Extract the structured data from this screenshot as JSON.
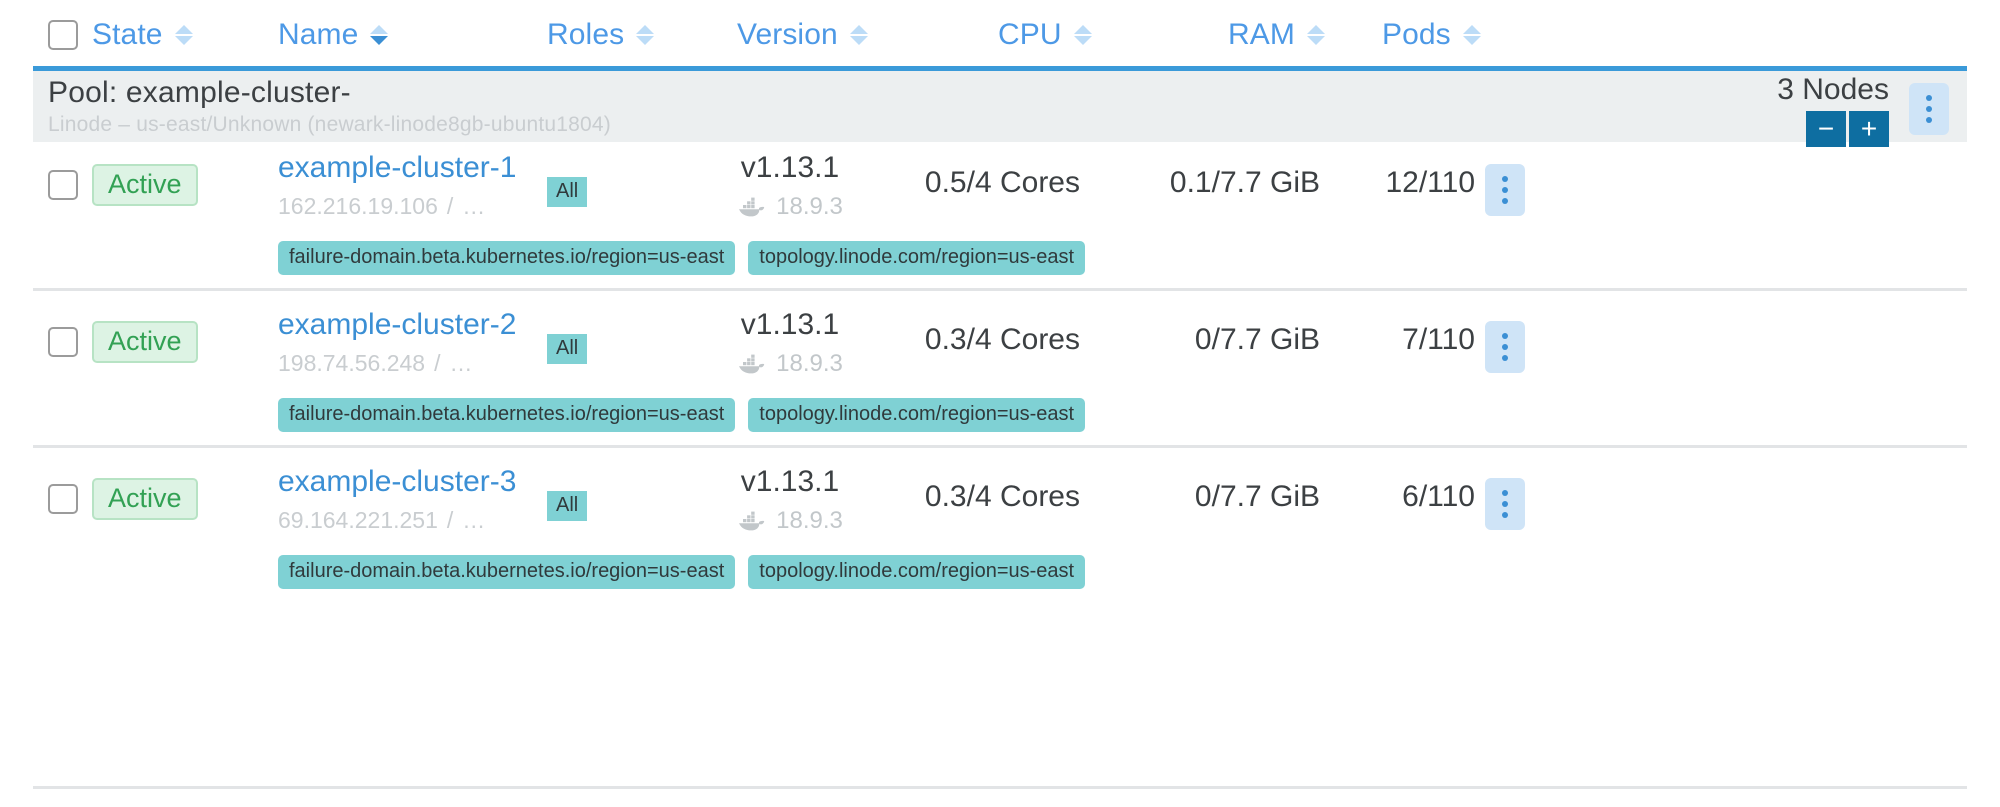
{
  "table": {
    "columns": [
      {
        "key": "state",
        "label": "State",
        "sort": "none",
        "sort_icon": "sort-chevrons-icon"
      },
      {
        "key": "name",
        "label": "Name",
        "sort": "desc",
        "sort_icon": "sort-chevrons-icon"
      },
      {
        "key": "roles",
        "label": "Roles",
        "sort": "none",
        "sort_icon": "sort-chevrons-icon"
      },
      {
        "key": "version",
        "label": "Version",
        "sort": "none",
        "sort_icon": "sort-chevrons-icon"
      },
      {
        "key": "cpu",
        "label": "CPU",
        "sort": "none",
        "sort_icon": "sort-chevrons-icon"
      },
      {
        "key": "ram",
        "label": "RAM",
        "sort": "none",
        "sort_icon": "sort-chevrons-icon"
      },
      {
        "key": "pods",
        "label": "Pods",
        "sort": "none",
        "sort_icon": "sort-chevrons-icon"
      }
    ],
    "select_all_checked": false
  },
  "pool": {
    "title": "Pool: example-cluster-",
    "subtitle": "Linode – us-east/Unknown (newark-linode8gb-ubuntu1804)",
    "node_count_label": "3 Nodes",
    "decrement_label": "−",
    "increment_label": "+",
    "kebab_label": "⋮"
  },
  "rows": [
    {
      "checked": false,
      "state": "Active",
      "name": "example-cluster-1",
      "ip": "162.216.19.106",
      "ip_separator": "/",
      "ip_more": "…",
      "roles": "All",
      "version": "v1.13.1",
      "runtime": "18.9.3",
      "runtime_icon": "docker-icon",
      "cpu": "0.5/4 Cores",
      "ram": "0.1/7.7 GiB",
      "pods": "12/110",
      "labels": [
        "failure-domain.beta.kubernetes.io/region=us-east",
        "topology.linode.com/region=us-east"
      ]
    },
    {
      "checked": false,
      "state": "Active",
      "name": "example-cluster-2",
      "ip": "198.74.56.248",
      "ip_separator": "/",
      "ip_more": "…",
      "roles": "All",
      "version": "v1.13.1",
      "runtime": "18.9.3",
      "runtime_icon": "docker-icon",
      "cpu": "0.3/4 Cores",
      "ram": "0/7.7 GiB",
      "pods": "7/110",
      "labels": [
        "failure-domain.beta.kubernetes.io/region=us-east",
        "topology.linode.com/region=us-east"
      ]
    },
    {
      "checked": false,
      "state": "Active",
      "name": "example-cluster-3",
      "ip": "69.164.221.251",
      "ip_separator": "/",
      "ip_more": "…",
      "roles": "All",
      "version": "v1.13.1",
      "runtime": "18.9.3",
      "runtime_icon": "docker-icon",
      "cpu": "0.3/4 Cores",
      "ram": "0/7.7 GiB",
      "pods": "6/110",
      "labels": [
        "failure-domain.beta.kubernetes.io/region=us-east",
        "topology.linode.com/region=us-east"
      ]
    }
  ],
  "colors": {
    "header_link": "#4d99e6",
    "header_rule": "#3a9ad9",
    "pool_band": "#eceff0",
    "state_text": "#32a154",
    "state_bg": "#ddf3e4",
    "state_border": "#b7e3c4",
    "chip_bg": "#7fd1d4",
    "stepper_bg": "#0e6ea1",
    "kebab_bg": "#cfe4f7",
    "kebab_dot": "#3b8fd4",
    "link": "#3b8fd4",
    "muted": "#c9cdd0",
    "separator": "#e2e4e6"
  }
}
